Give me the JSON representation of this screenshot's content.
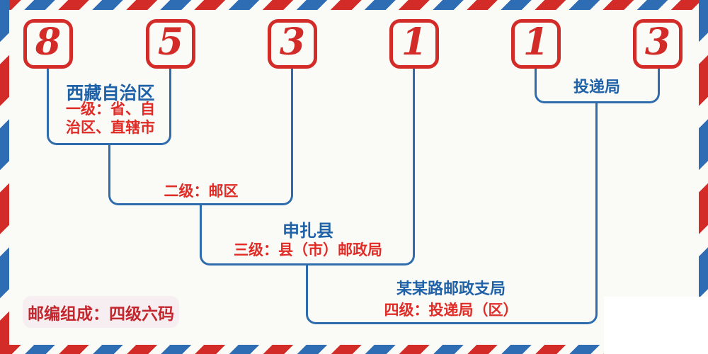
{
  "postal_code": {
    "value": "853113",
    "digits": [
      "8",
      "5",
      "3",
      "1",
      "1",
      "3"
    ]
  },
  "levels": {
    "level1": {
      "name": "西藏自治区",
      "label_line1": "一级：省、自",
      "label_line2": "治区、直辖市"
    },
    "level2": {
      "label": "二级：邮区"
    },
    "level3": {
      "name": "申扎县",
      "label": "三级：县（市）邮政局"
    },
    "level4": {
      "name": "某某路邮政支局",
      "label": "四级：投递局（区）"
    },
    "delivery": {
      "label": "投递局"
    }
  },
  "footer": {
    "composition_note": "邮编组成：四级六码"
  },
  "colors": {
    "stripe_red": "#d22b28",
    "stripe_blue": "#2e6cb3",
    "line_blue": "#2e6cad",
    "text_blue": "#2062a8",
    "text_red": "#e02b26",
    "pill_text_red": "#c4262e",
    "pill_background": "#f6eef0",
    "background": "#fafaf7"
  }
}
